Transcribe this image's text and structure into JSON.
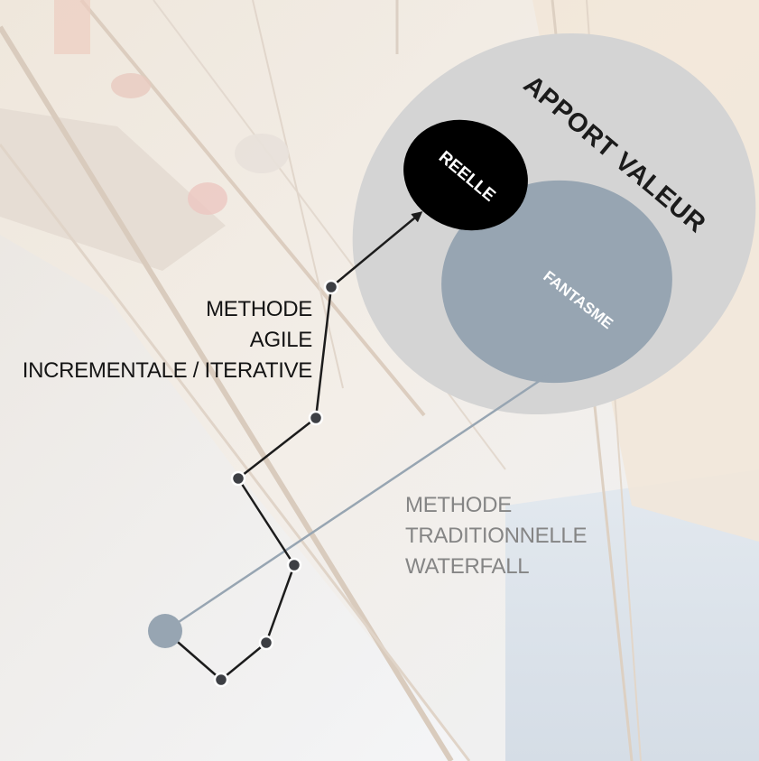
{
  "diagram": {
    "outer_ellipse_label": "APPORT VALEUR",
    "inner_black_label": "REELLE",
    "inner_grey_label": "FANTASME",
    "agile": {
      "lines": [
        "METHODE",
        "AGILE",
        "INCREMENTALE / ITERATIVE"
      ]
    },
    "waterfall": {
      "lines": [
        "METHODE",
        "TRADITIONNELLE",
        "WATERFALL"
      ]
    }
  },
  "colors": {
    "outer_ellipse": "#d4d4d4",
    "reelle": "#000000",
    "fantasme": "#97a5b2",
    "agile_path": "#1c1c1c",
    "waterfall_path": "#97a5b2",
    "agile_text": "#141414",
    "waterfall_text": "#858585"
  },
  "icons": {
    "agile_arrowhead": "arrowhead-icon",
    "start_node": "start-circle-icon"
  }
}
